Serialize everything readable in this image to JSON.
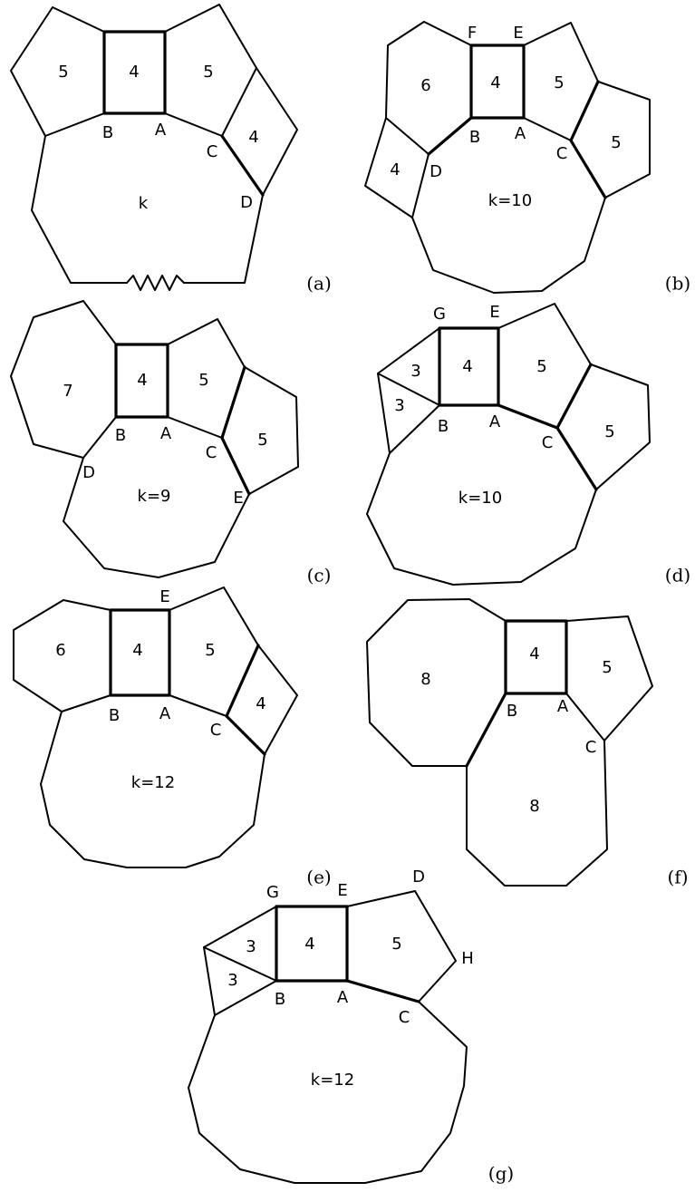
{
  "panels": [
    {
      "caption": "(a)",
      "faces": [
        "5",
        "4",
        "5",
        "4",
        "k"
      ],
      "vertices": [
        "B",
        "A",
        "C",
        "D"
      ]
    },
    {
      "caption": "(b)",
      "faces": [
        "6",
        "4",
        "5",
        "5",
        "4",
        "k=10"
      ],
      "vertices": [
        "F",
        "E",
        "B",
        "A",
        "C",
        "D"
      ]
    },
    {
      "caption": "(c)",
      "faces": [
        "7",
        "4",
        "5",
        "5",
        "k=9"
      ],
      "vertices": [
        "B",
        "A",
        "C",
        "D",
        "E"
      ]
    },
    {
      "caption": "(d)",
      "faces": [
        "3",
        "3",
        "4",
        "5",
        "5",
        "k=10"
      ],
      "vertices": [
        "G",
        "E",
        "B",
        "A",
        "C"
      ]
    },
    {
      "caption": "(e)",
      "faces": [
        "6",
        "4",
        "5",
        "4",
        "k=12"
      ],
      "vertices": [
        "E",
        "B",
        "A",
        "C"
      ]
    },
    {
      "caption": "(f)",
      "faces": [
        "8",
        "4",
        "5",
        "8"
      ],
      "vertices": [
        "B",
        "A",
        "C"
      ]
    },
    {
      "caption": "(g)",
      "faces": [
        "3",
        "3",
        "4",
        "5",
        "k=12"
      ],
      "vertices": [
        "G",
        "E",
        "D",
        "H",
        "B",
        "A",
        "C"
      ]
    }
  ]
}
